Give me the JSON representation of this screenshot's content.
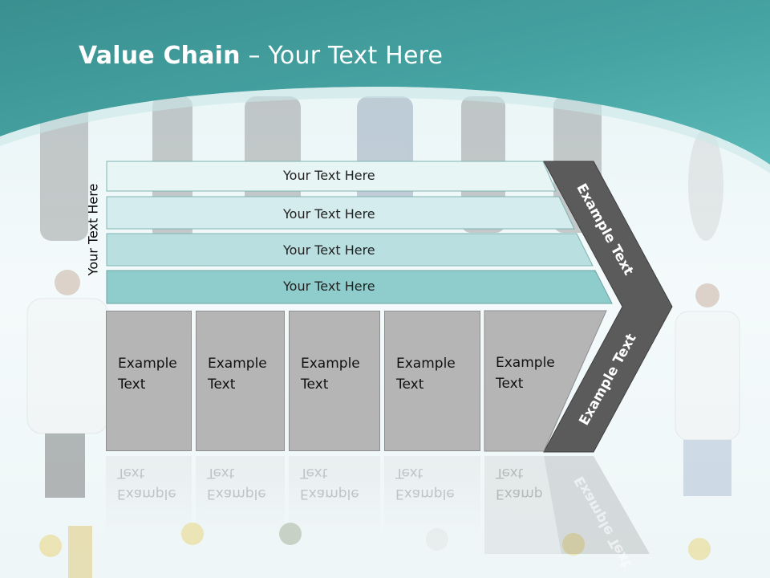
{
  "slide": {
    "title_bold": "Value Chain",
    "title_rest": " – Your Text Here",
    "side_label": "Your Text Here",
    "bars": [
      {
        "label": "Your Text Here",
        "fill": "#e8f5f5"
      },
      {
        "label": "Your Text Here",
        "fill": "#d4eced"
      },
      {
        "label": "Your Text Here",
        "fill": "#b9dfe0"
      },
      {
        "label": "Your Text Here",
        "fill": "#8fcccc"
      }
    ],
    "boxes": [
      {
        "text": "Example\nText"
      },
      {
        "text": "Example\nText"
      },
      {
        "text": "Example\nText"
      },
      {
        "text": "Example\nText"
      },
      {
        "text": "Example\nText"
      }
    ],
    "chevron_upper_label": "Example Text",
    "chevron_lower_label": "Example Text"
  },
  "colors": {
    "header_teal": "#3f9e9c",
    "chevron_gray": "#5b5b5b",
    "box_gray": "#b5b5b5"
  }
}
